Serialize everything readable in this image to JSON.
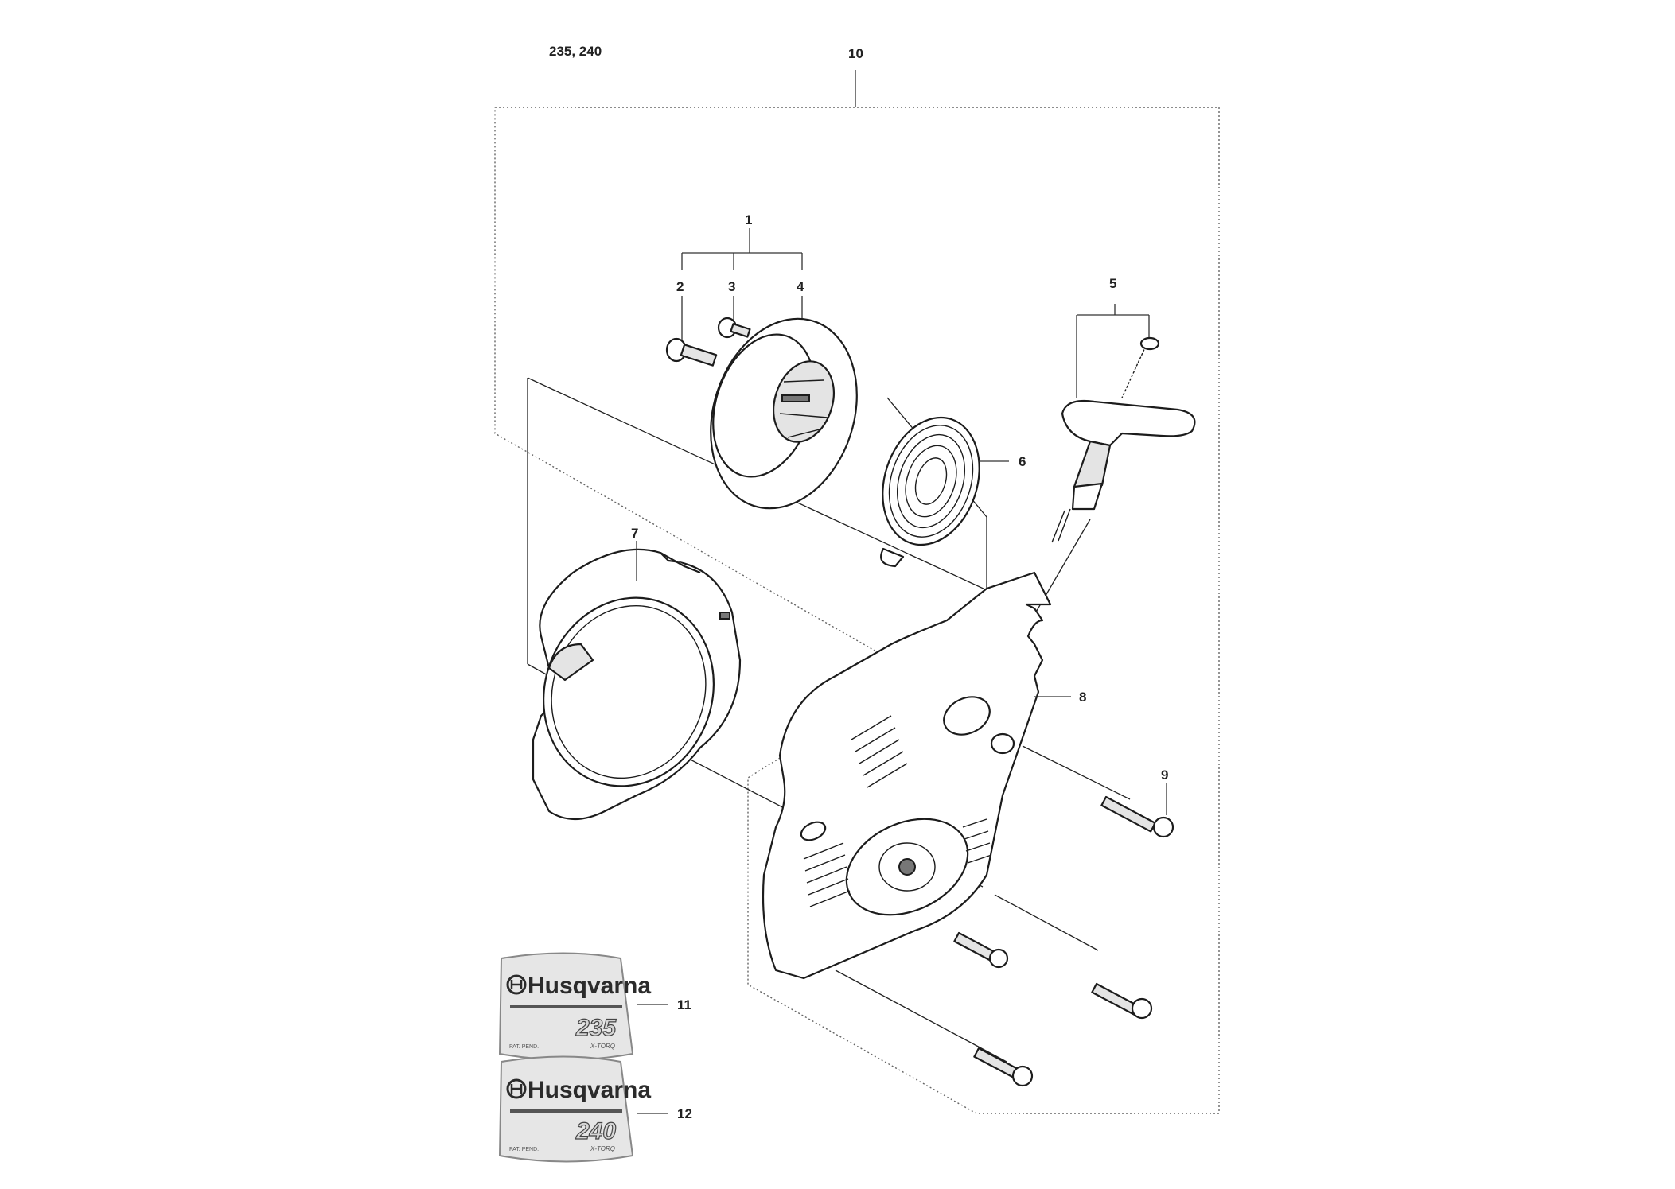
{
  "diagram": {
    "model_label": "235, 240",
    "callouts": {
      "c1": "1",
      "c2": "2",
      "c3": "3",
      "c4": "4",
      "c5": "5",
      "c6": "6",
      "c7": "7",
      "c8": "8",
      "c9": "9",
      "c10": "10",
      "c11": "11",
      "c12": "12"
    },
    "decals": [
      {
        "brand": "Husqvarna",
        "model": "235",
        "note_left": "PAT. PEND.",
        "note_right": "X-TORQ"
      },
      {
        "brand": "Husqvarna",
        "model": "240",
        "note_left": "PAT. PEND.",
        "note_right": "X-TORQ"
      }
    ],
    "icons": {
      "logo": "husqvarna-crown-logo-icon"
    }
  }
}
